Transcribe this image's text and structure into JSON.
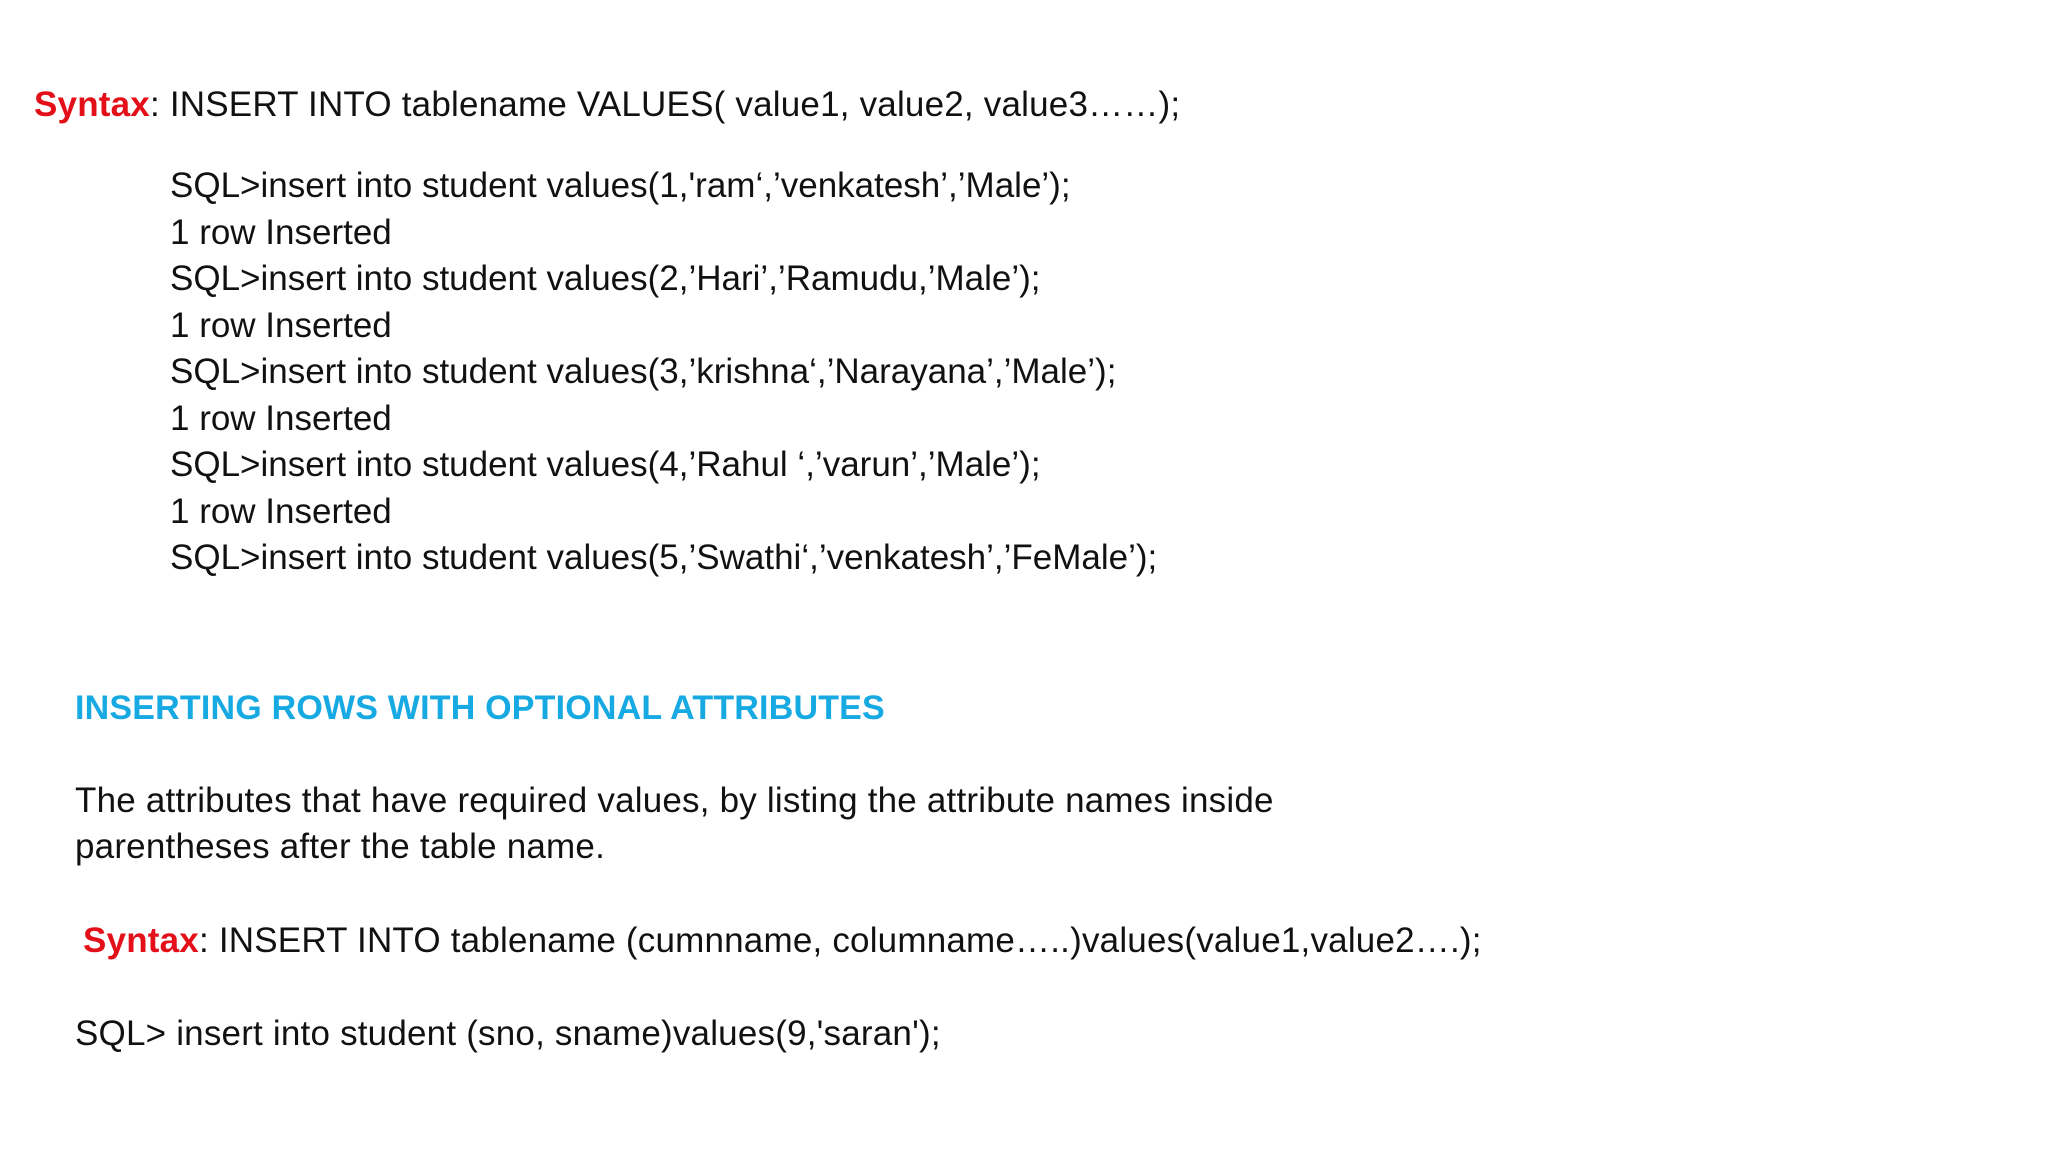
{
  "syntax1": {
    "label": "Syntax",
    "text": ": INSERT INTO tablename VALUES( value1, value2, value3……);"
  },
  "examples": [
    "SQL>insert into student values(1,'ram‘,’venkatesh’,’Male’);",
    "1 row Inserted",
    "SQL>insert into student values(2,’Hari’,’Ramudu,’Male’);",
    "1 row Inserted",
    "SQL>insert into student values(3,’krishna‘,’Narayana’,’Male’);",
    "1 row Inserted",
    "SQL>insert into student values(4,’Rahul ‘,’varun’,’Male’);",
    "1 row Inserted",
    "SQL>insert into student values(5,’Swathi‘,’venkatesh’,’FeMale’);"
  ],
  "section": {
    "heading": "INSERTING ROWS WITH OPTIONAL ATTRIBUTES",
    "description_line1": "The attributes that have required values, by listing the attribute names inside",
    "description_line2": "parentheses after the table name."
  },
  "syntax2": {
    "label": "Syntax",
    "text": ": INSERT INTO tablename (cumnname, columname…..)values(value1,value2….);"
  },
  "final_example": "SQL> insert into student (sno, sname)values(9,'saran');"
}
